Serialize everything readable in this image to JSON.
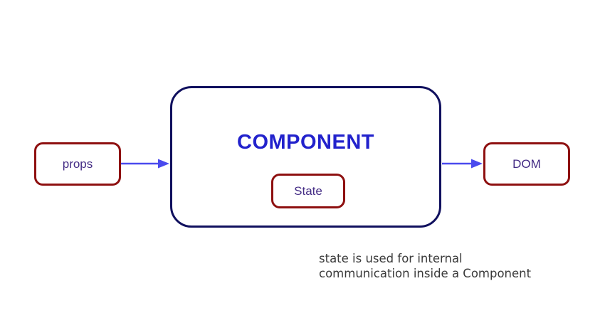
{
  "colors": {
    "background": "#ffffff",
    "node_border_red": "#8e1010",
    "component_border_navy": "#10105e",
    "component_title_blue": "#2222cc",
    "node_label_purple": "#442c85",
    "arrow_blue": "#4a4aee",
    "caption_gray": "#3a3a3a"
  },
  "diagram": {
    "component": {
      "title": "COMPONENT"
    },
    "nodes": {
      "props": {
        "label": "props"
      },
      "state": {
        "label": "State"
      },
      "dom": {
        "label": "DOM"
      }
    },
    "arrows": [
      {
        "from": "props",
        "to": "component"
      },
      {
        "from": "component",
        "to": "dom"
      }
    ],
    "caption": {
      "line1": "state is used for internal",
      "line2": "communication inside a Component"
    }
  }
}
